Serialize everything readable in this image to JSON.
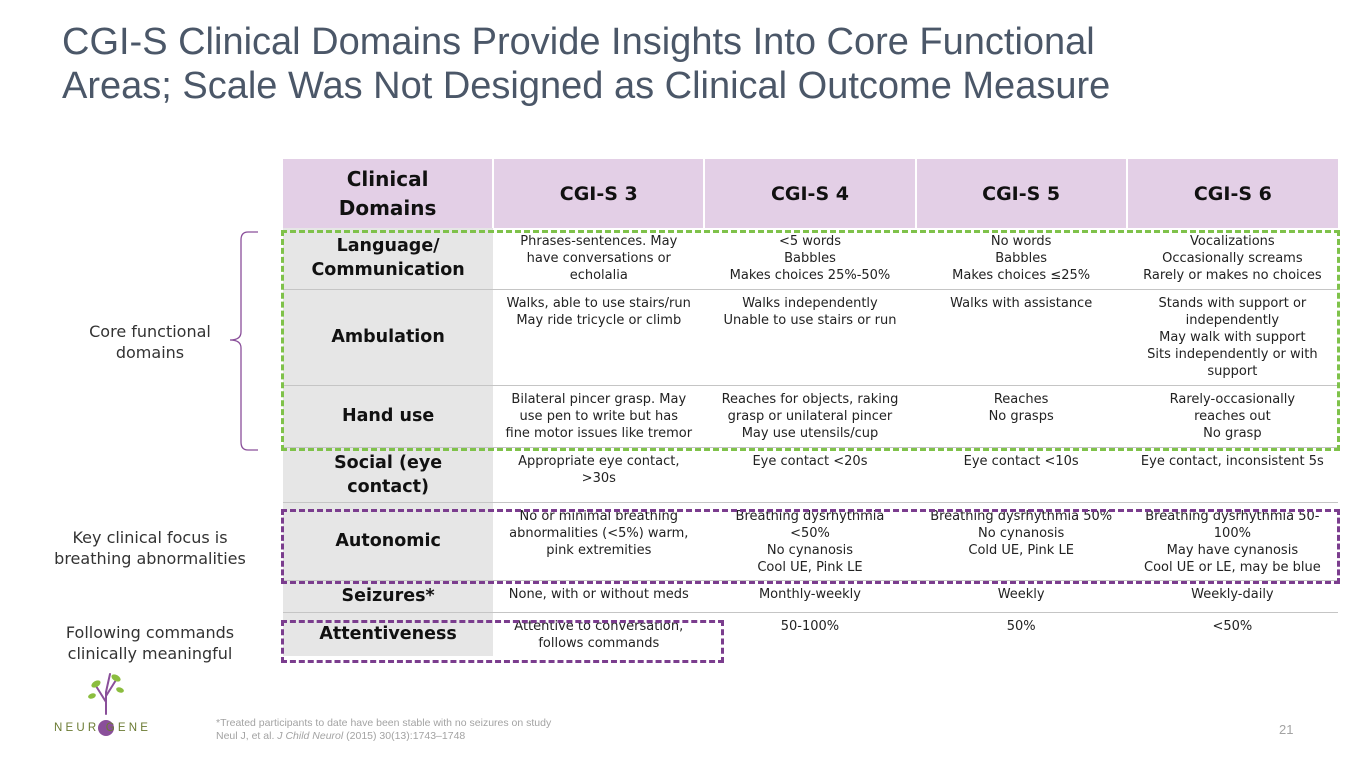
{
  "title": {
    "line1": "CGI-S Clinical Domains Provide Insights Into Core Functional",
    "line2": "Areas; Scale Was Not Designed as Clinical Outcome Measure"
  },
  "table": {
    "header": {
      "domains_line1": "Clinical",
      "domains_line2": "Domains",
      "cols": [
        "CGI-S 3",
        "CGI-S 4",
        "CGI-S 5",
        "CGI-S 6"
      ]
    },
    "rows": [
      {
        "domain": [
          "Language/",
          "Communication"
        ],
        "cells": [
          [
            "Phrases-sentences. May",
            "have conversations or",
            "echolalia"
          ],
          [
            "<5 words",
            "Babbles",
            "Makes choices 25%-50%"
          ],
          [
            "No words",
            "Babbles",
            "Makes choices ≤25%"
          ],
          [
            "Vocalizations",
            "Occasionally screams",
            "Rarely or makes no choices"
          ]
        ]
      },
      {
        "domain": [
          "Ambulation"
        ],
        "cells": [
          [
            "Walks, able to use stairs/run",
            "May ride tricycle or climb"
          ],
          [
            "Walks independently",
            "Unable to use stairs or run"
          ],
          [
            "Walks with assistance"
          ],
          [
            "Stands with support or",
            "independently",
            "May walk with support",
            "Sits independently or with",
            "support"
          ]
        ]
      },
      {
        "domain": [
          "Hand use"
        ],
        "cells": [
          [
            "Bilateral pincer grasp. May",
            "use pen to write but has",
            "fine motor issues like tremor"
          ],
          [
            "Reaches for objects, raking",
            "grasp or unilateral pincer",
            "May use utensils/cup"
          ],
          [
            "Reaches",
            "No grasps"
          ],
          [
            "Rarely-occasionally",
            "reaches out",
            "No grasp"
          ]
        ]
      },
      {
        "domain": [
          "Social (eye",
          "contact)"
        ],
        "cells": [
          [
            "Appropriate eye contact,",
            ">30s"
          ],
          [
            "Eye contact <20s"
          ],
          [
            "Eye contact <10s"
          ],
          [
            "Eye contact, inconsistent 5s"
          ]
        ]
      },
      {
        "domain": [
          "Autonomic"
        ],
        "cells": [
          [
            "No or minimal breathing",
            "abnormalities (<5%) warm,",
            "pink extremities"
          ],
          [
            "Breathing dysrhythmia",
            "<50%",
            "No cynanosis",
            "Cool UE, Pink LE"
          ],
          [
            "Breathing dysrhythmia 50%",
            "No cynanosis",
            "Cold UE, Pink LE"
          ],
          [
            "Breathing dysrhythmia 50-",
            "100%",
            "May have cynanosis",
            "Cool UE or LE, may be blue"
          ]
        ]
      },
      {
        "domain": [
          "Seizures*"
        ],
        "cells": [
          [
            "None, with or without meds"
          ],
          [
            "Monthly-weekly"
          ],
          [
            "Weekly"
          ],
          [
            "Weekly-daily"
          ]
        ]
      },
      {
        "domain": [
          "Attentiveness"
        ],
        "cells": [
          [
            "Attentive to conversation,",
            "follows commands"
          ],
          [
            "50-100%"
          ],
          [
            "50%"
          ],
          [
            "<50%"
          ]
        ]
      }
    ]
  },
  "side_labels": {
    "core": [
      "Core functional",
      "domains"
    ],
    "key": [
      "Key clinical focus is",
      "breathing abnormalities"
    ],
    "following": [
      "Following commands",
      "clinically meaningful"
    ]
  },
  "logo": {
    "text": "NEUR GENE"
  },
  "footnote": {
    "line1": "*Treated participants to date have been stable with no seizures on study",
    "ref_prefix": "Neul J, et al. ",
    "ref_journal": "J Child Neurol",
    "ref_suffix": " (2015) 30(13):1743–1748"
  },
  "page_number": "21",
  "colors": {
    "title": "#4b5768",
    "header_bg": "#e3cfe6",
    "domain_bg": "#e6e6e6",
    "green_box": "#7fc24a",
    "purple_box": "#7b3d8e"
  }
}
